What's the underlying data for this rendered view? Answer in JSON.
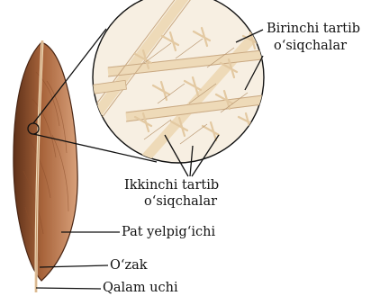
{
  "labels": {
    "primary_barbs_line1": "Birinchi tartib",
    "primary_barbs_line2": "o‘siqchalar",
    "secondary_barbs_line1": "Ikkinchi tartib",
    "secondary_barbs_line2": "o‘siqchalar",
    "vane": "Pat yelpig‘ichi",
    "rachis": "O‘zak",
    "calamus": "Qalam uchi"
  },
  "colors": {
    "feather_dark": "#6b3b1f",
    "feather_mid": "#a8643b",
    "feather_light": "#d8a07a",
    "shaft": "#f1d9b8",
    "magnifier_fill": "#f7efe2",
    "barb": "#efdcbc",
    "line": "#111111"
  }
}
